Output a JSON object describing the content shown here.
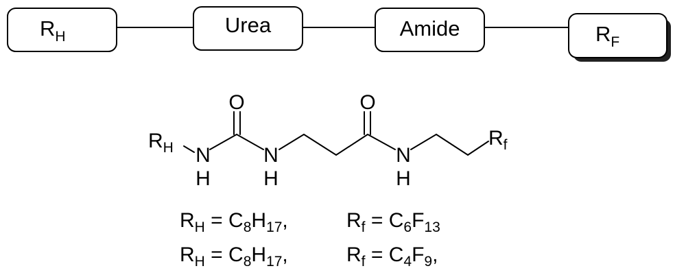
{
  "schematic": {
    "boxes": [
      {
        "main": "R",
        "sub": "H"
      },
      {
        "main": "Urea",
        "sub": ""
      },
      {
        "main": "Amide",
        "sub": ""
      },
      {
        "main": "R",
        "sub": "F"
      }
    ]
  },
  "structure": {
    "rh_main": "R",
    "rh_sub": "H",
    "oxygen": "O",
    "nitrogen": "N",
    "hydrogen": "H",
    "rf_main": "R",
    "rf_sub": "f"
  },
  "formulas": [
    {
      "rh": "R",
      "rh_sub": "H",
      "eq1": " = C",
      "c_sub": "8",
      "h": "H",
      "h_sub": "17",
      "sep": ",",
      "rf": "R",
      "rf_sub": "f",
      "eq2": " = C",
      "c2_sub": "6",
      "f": "F",
      "f_sub": "13",
      "tail": ""
    },
    {
      "rh": "R",
      "rh_sub": "H",
      "eq1": " = C",
      "c_sub": "8",
      "h": "H",
      "h_sub": "17",
      "sep": ",",
      "rf": "R",
      "rf_sub": "f",
      "eq2": " = C",
      "c2_sub": "4",
      "f": "F",
      "f_sub": "9",
      "tail": ","
    }
  ]
}
